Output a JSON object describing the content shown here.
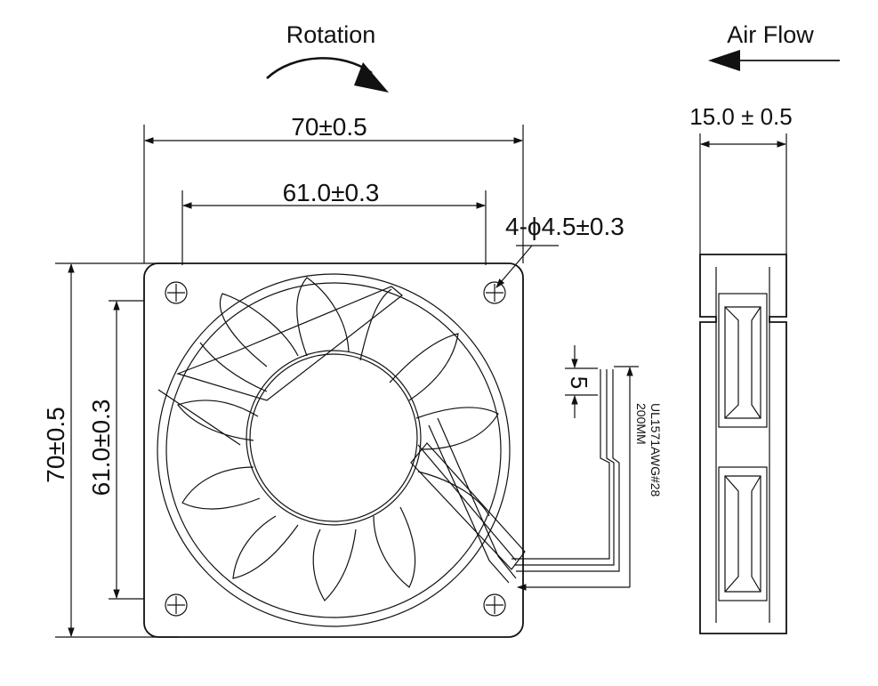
{
  "labels": {
    "rotation": "Rotation",
    "air_flow": "Air Flow",
    "outer_width": "70±0.5",
    "hole_spacing_width": "61.0±0.3",
    "holes": "4-ϕ4.5±0.3",
    "outer_height": "70±0.5",
    "hole_spacing_height": "61.0±0.3",
    "depth": "15.0 ± 0.5",
    "lead_strip": "5",
    "wire_spec": "UL1571AWG#28",
    "wire_length": "200MM"
  },
  "colors": {
    "ink": "#111111",
    "paper": "#ffffff"
  }
}
